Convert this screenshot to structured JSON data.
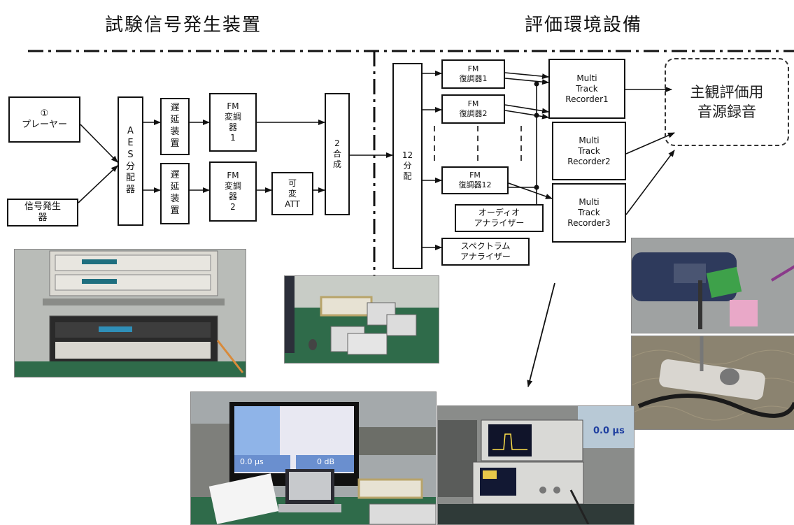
{
  "headers": {
    "left": "試験信号発生装置",
    "right": "評価環境設備"
  },
  "blocks": {
    "player": "①\nプレーヤー",
    "signal_gen": "信号発生\n器",
    "aes_splitter": "AES分配器",
    "delay_1": "遅延装置",
    "delay_2": "遅延装置",
    "fm_mod_1": "FM\n変調\n器\n1",
    "fm_mod_2": "FM\n変調\n器\n2",
    "var_att": "可\n変\nATT",
    "combiner": "2\n合\n成",
    "splitter_12": "12\n分\n配",
    "fm_demod_1": "FM\n復調器1",
    "fm_demod_2": "FM\n復調器2",
    "fm_demod_12": "FM\n復調器12",
    "audio_analyzer": "オーディオ\nアナライザー",
    "spectrum_analyzer": "スペクトラム\nアナライザー",
    "recorder_1": "Multi\nTrack\nRecorder1",
    "recorder_2": "Multi\nTrack\nRecorder2",
    "recorder_3": "Multi\nTrack\nRecorder3",
    "target": "主観評価用\n音源録音"
  },
  "screen_readout": {
    "left_value": "0.0 μs",
    "right_value": "0 dB",
    "analyzer_value": "0.0 μs"
  },
  "colors": {
    "rack_panel": "#d8d4c8",
    "table_green": "#2f6b4a",
    "screen_blue": "#8fb4e8"
  }
}
